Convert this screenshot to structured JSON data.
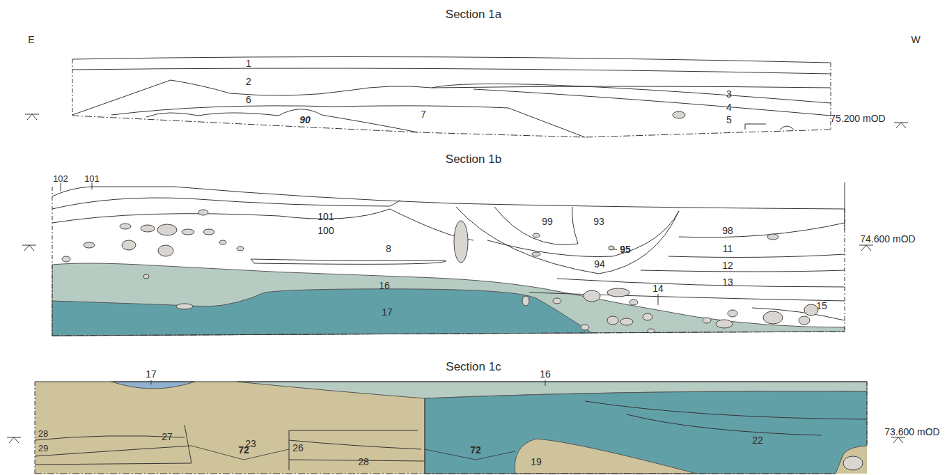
{
  "diagram": {
    "labels": [
      "Section 1a",
      "E",
      "W",
      "1",
      "2",
      "6",
      "3",
      "4",
      "5",
      "90",
      "7",
      "75.200 mOD",
      "Section 1b",
      "102",
      "101",
      "101",
      "100",
      "99",
      "93",
      "98",
      "8",
      "11",
      "94",
      "95",
      "12",
      "13",
      "14",
      "15",
      "16",
      "17",
      "74.600 mOD",
      "Section 1c",
      "17",
      "16",
      "23",
      "22",
      "28",
      "27",
      "29",
      "72",
      "26",
      "28",
      "72",
      "19",
      "73.600 mOD"
    ]
  }
}
